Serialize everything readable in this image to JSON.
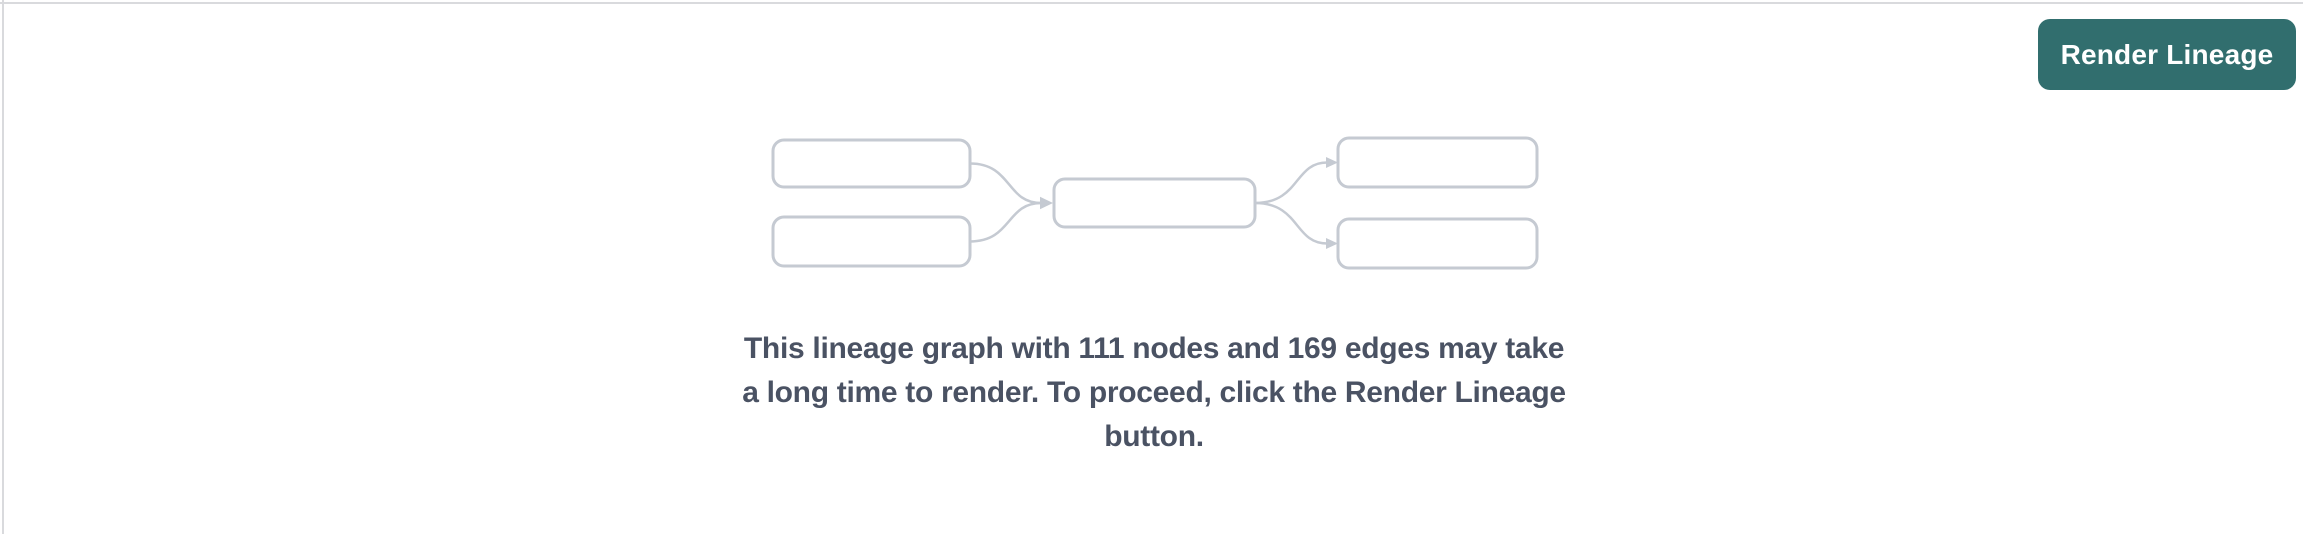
{
  "header": {
    "render_button_label": "Render Lineage"
  },
  "notice": {
    "text": "This lineage graph with 111 nodes and 169 edges may take a long time to render. To proceed, click the Render Lineage button.",
    "lines": [
      "This lineage graph with 111 nodes and 169 edges may take",
      "a long time to render. To proceed, click the Render Lineage",
      "button."
    ],
    "node_count": "111",
    "edge_count": "169"
  },
  "graphic": {
    "icon": "lineage-graph-placeholder-icon",
    "node_boxes": 5,
    "edges": 4
  },
  "colors": {
    "accent_teal": "#316e6e",
    "button_text": "#ffffff",
    "notice_text": "#4a5263",
    "graphic_gray": "#c5cad2",
    "page_border_gray": "#d9dadd",
    "background": "#ffffff"
  }
}
